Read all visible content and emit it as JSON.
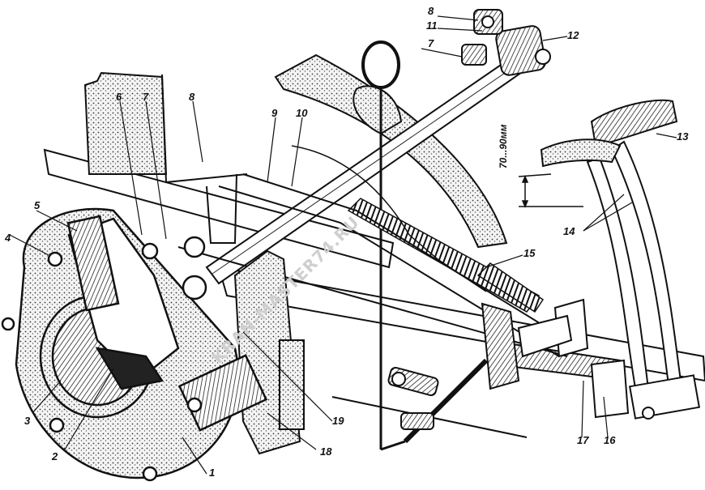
{
  "watermark": "KRAN-MASTER74.RU",
  "dimension_label": "70...90мм",
  "callouts": {
    "c1": "1",
    "c2": "2",
    "c3": "3",
    "c4": "4",
    "c5": "5",
    "c6": "6",
    "c7a": "7",
    "c7b": "7",
    "c8a": "8",
    "c8b": "8",
    "c9": "9",
    "c10": "10",
    "c11": "11",
    "c12": "12",
    "c13": "13",
    "c14": "14",
    "c15": "15",
    "c16": "16",
    "c17": "17",
    "c18": "18",
    "c19": "19"
  }
}
